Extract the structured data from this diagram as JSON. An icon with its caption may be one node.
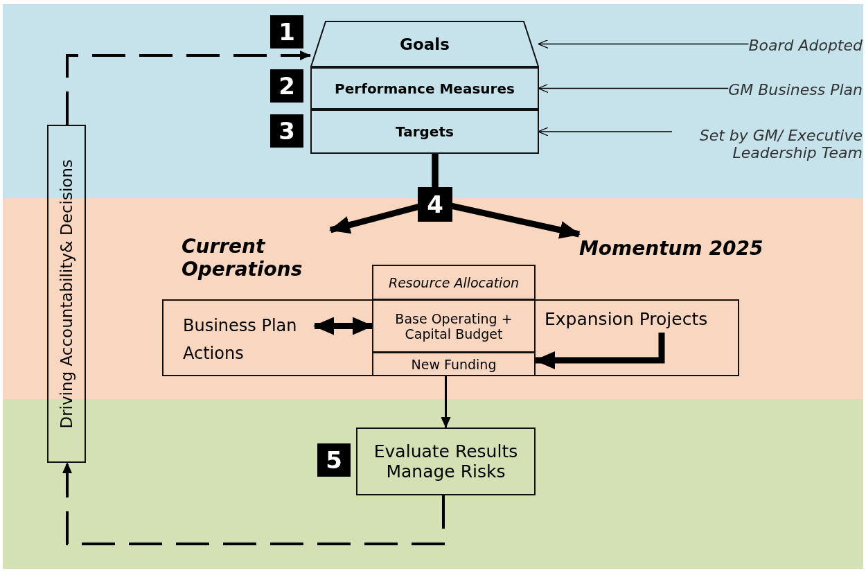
{
  "diagram": {
    "nodes": [
      {
        "text": [
          "Goals"
        ],
        "beside": [
          "1"
        ]
      },
      {
        "text": [
          "Performance Measures"
        ],
        "beside": [
          "2"
        ]
      },
      {
        "text": [
          "Targets"
        ],
        "beside": [
          "3"
        ]
      },
      {
        "text": [
          "Board Adopted"
        ]
      },
      {
        "text": [
          "GM Business Plan"
        ]
      },
      {
        "text": [
          "Set by GM/ Executive Leadership Team"
        ]
      },
      {
        "text": [
          "Current Operations"
        ]
      },
      {
        "text": [
          "Momentum 2025"
        ]
      },
      {
        "text": [],
        "shape": "box"
      },
      {
        "text": [
          "Business Plan Actions"
        ],
        "in": 8
      },
      {
        "text": [
          "Resource Allocation"
        ]
      },
      {
        "text": [
          "Base Operating + Capital Budget"
        ],
        "in": 8
      },
      {
        "text": [
          "New Funding"
        ],
        "in": 8
      },
      {
        "text": [
          "Expansion Projects"
        ],
        "in": 8
      },
      {
        "text": [
          "Evaluate Results Manage Risks"
        ],
        "beside": [
          "5"
        ]
      },
      {
        "text": [
          "Driving Accountability& Decisions"
        ]
      }
    ],
    "edges": [
      {
        "from": 3,
        "to": 0,
        "arrow": "to"
      },
      {
        "from": 4,
        "to": 1,
        "arrow": "to"
      },
      {
        "from": 5,
        "to": 2,
        "arrow": "to"
      },
      {
        "from": 2,
        "to": 6,
        "arrow": "to",
        "style": "thick"
      },
      {
        "from": 2,
        "to": 7,
        "arrow": "to",
        "style": "thick"
      },
      {
        "from": 9,
        "to": 11,
        "arrow": "both",
        "style": "thick"
      },
      {
        "from": 13,
        "to": 12,
        "arrow": "to",
        "style": "thick"
      },
      {
        "from": 12,
        "to": 14,
        "arrow": "to"
      },
      {
        "from": 14,
        "to": 15,
        "arrow": "to",
        "style": "dashed"
      },
      {
        "from": 15,
        "to": 0,
        "arrow": "to",
        "style": "dashed"
      }
    ],
    "labels": [
      "4"
    ]
  }
}
